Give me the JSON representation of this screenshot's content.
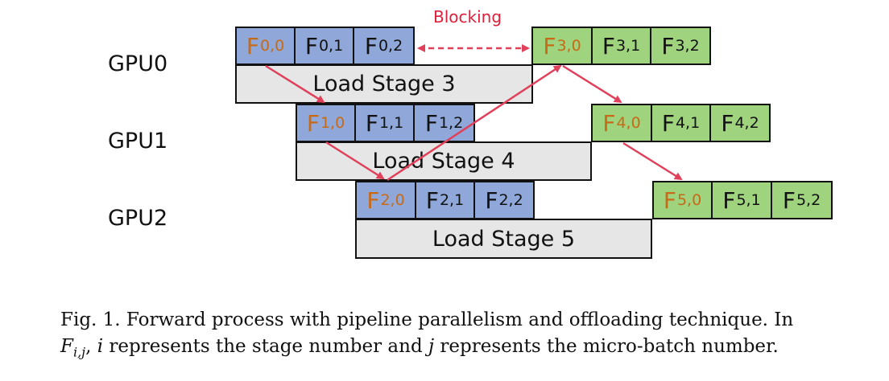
{
  "gpus": [
    {
      "label": "GPU0",
      "load_label": "Load Stage 3",
      "blocks_a": [
        {
          "letter": "F",
          "sub": "0,0"
        },
        {
          "letter": "F",
          "sub": "0,1"
        },
        {
          "letter": "F",
          "sub": "0,2"
        }
      ],
      "blocks_b": [
        {
          "letter": "F",
          "sub": "3,0"
        },
        {
          "letter": "F",
          "sub": "3,1"
        },
        {
          "letter": "F",
          "sub": "3,2"
        }
      ]
    },
    {
      "label": "GPU1",
      "load_label": "Load Stage 4",
      "blocks_a": [
        {
          "letter": "F",
          "sub": "1,0"
        },
        {
          "letter": "F",
          "sub": "1,1"
        },
        {
          "letter": "F",
          "sub": "1,2"
        }
      ],
      "blocks_b": [
        {
          "letter": "F",
          "sub": "4,0"
        },
        {
          "letter": "F",
          "sub": "4,1"
        },
        {
          "letter": "F",
          "sub": "4,2"
        }
      ]
    },
    {
      "label": "GPU2",
      "load_label": "Load Stage 5",
      "blocks_a": [
        {
          "letter": "F",
          "sub": "2,0"
        },
        {
          "letter": "F",
          "sub": "2,1"
        },
        {
          "letter": "F",
          "sub": "2,2"
        }
      ],
      "blocks_b": [
        {
          "letter": "F",
          "sub": "5,0"
        },
        {
          "letter": "F",
          "sub": "5,1"
        },
        {
          "letter": "F",
          "sub": "5,2"
        }
      ]
    }
  ],
  "blocking_label": "Blocking",
  "caption": {
    "line1": "Fig. 1.  Forward process with pipeline parallelism and offloading technique. In",
    "line2_math": "F",
    "line2_math_sub": "i,j",
    "line2_rest_a": ", ",
    "line2_i": "i",
    "line2_rest_b": " represents the stage number and ",
    "line2_j": "j",
    "line2_rest_c": " represents the micro-batch number."
  },
  "colors": {
    "stage_block_blue": "#8fa8d9",
    "stage_block_green": "#9fd37e",
    "first_microbatch_text": "#c76a18",
    "load_fill": "#e6e6e6",
    "arrow": "#e0405a",
    "blocking": "#e0203a"
  }
}
